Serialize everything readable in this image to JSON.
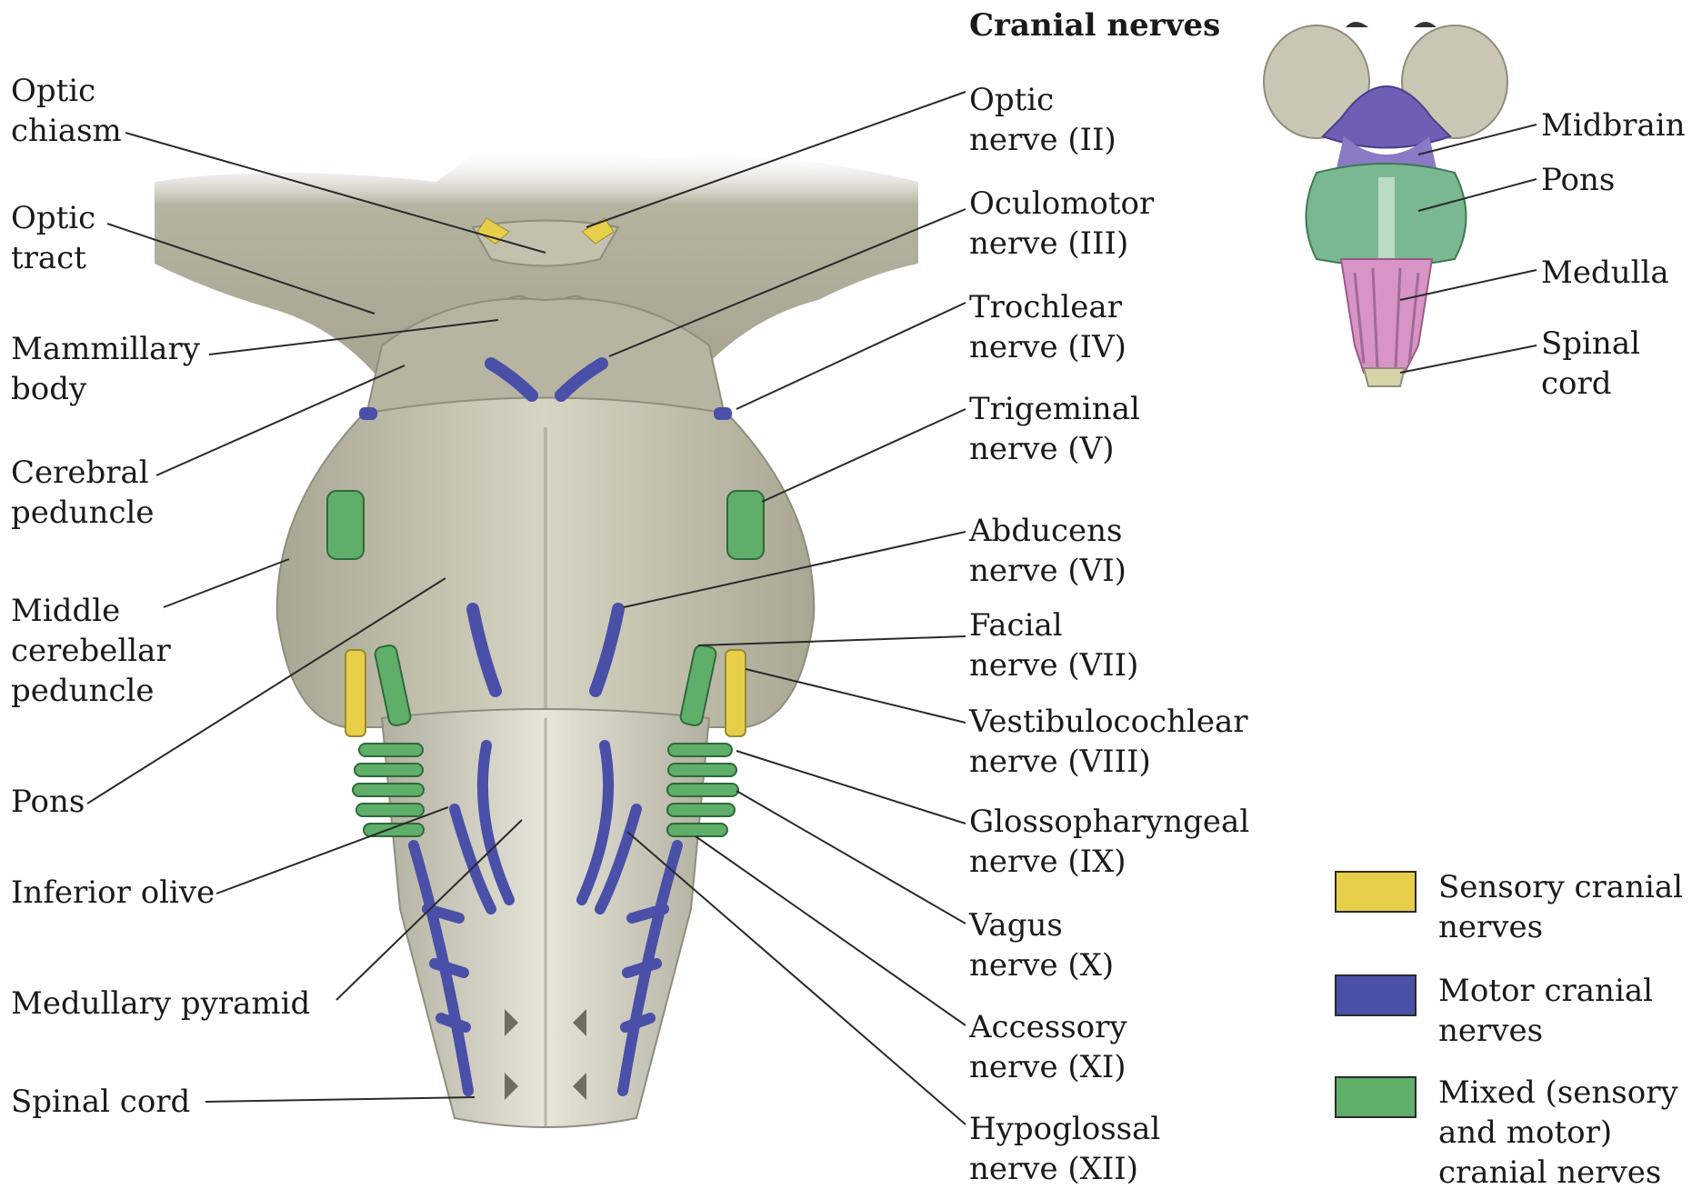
{
  "header": "Cranial nerves",
  "left_labels": {
    "optic_chiasm": [
      "Optic",
      "chiasm"
    ],
    "optic_tract": [
      "Optic",
      "tract"
    ],
    "mammillary_body": [
      "Mammillary",
      "body"
    ],
    "cerebral_peduncle": [
      "Cerebral",
      "peduncle"
    ],
    "middle_cerebellar_peduncle": [
      "Middle",
      "cerebellar",
      "peduncle"
    ],
    "pons": "Pons",
    "inferior_olive": "Inferior olive",
    "medullary_pyramid": "Medullary pyramid",
    "spinal_cord": "Spinal cord"
  },
  "nerves": [
    [
      "Optic",
      "nerve (II)"
    ],
    [
      "Oculomotor",
      "nerve (III)"
    ],
    [
      "Trochlear",
      "nerve (IV)"
    ],
    [
      "Trigeminal",
      "nerve (V)"
    ],
    [
      "Abducens",
      "nerve (VI)"
    ],
    [
      "Facial",
      "nerve (VII)"
    ],
    [
      "Vestibulocochlear",
      "nerve (VIII)"
    ],
    [
      "Glossopharyngeal",
      "nerve (IX)"
    ],
    [
      "Vagus",
      "nerve (X)"
    ],
    [
      "Accessory",
      "nerve  (XI)"
    ],
    [
      "Hypoglossal",
      "nerve (XII)"
    ]
  ],
  "inset_labels": {
    "midbrain": "Midbrain",
    "pons": "Pons",
    "medulla": "Medulla",
    "spinal_cord": [
      "Spinal",
      "cord"
    ]
  },
  "legend": [
    {
      "lines": [
        "Sensory cranial",
        "nerves"
      ],
      "color": "#e8cf4a"
    },
    {
      "lines": [
        "Motor cranial",
        "nerves"
      ],
      "color": "#4a4fa8"
    },
    {
      "lines": [
        "Mixed (sensory",
        "and motor)",
        "cranial nerves"
      ],
      "color": "#5fae6a"
    }
  ],
  "colors": {
    "sensory": "#e8cf4a",
    "motor": "#4a4fa8",
    "mixed": "#5fae6a",
    "tissue": "#bdbba8",
    "tissue_dark": "#8f8d7c",
    "inset_midbrain": "#6e5fb4",
    "inset_pons": "#7ab892",
    "inset_medulla": "#d894c4"
  }
}
